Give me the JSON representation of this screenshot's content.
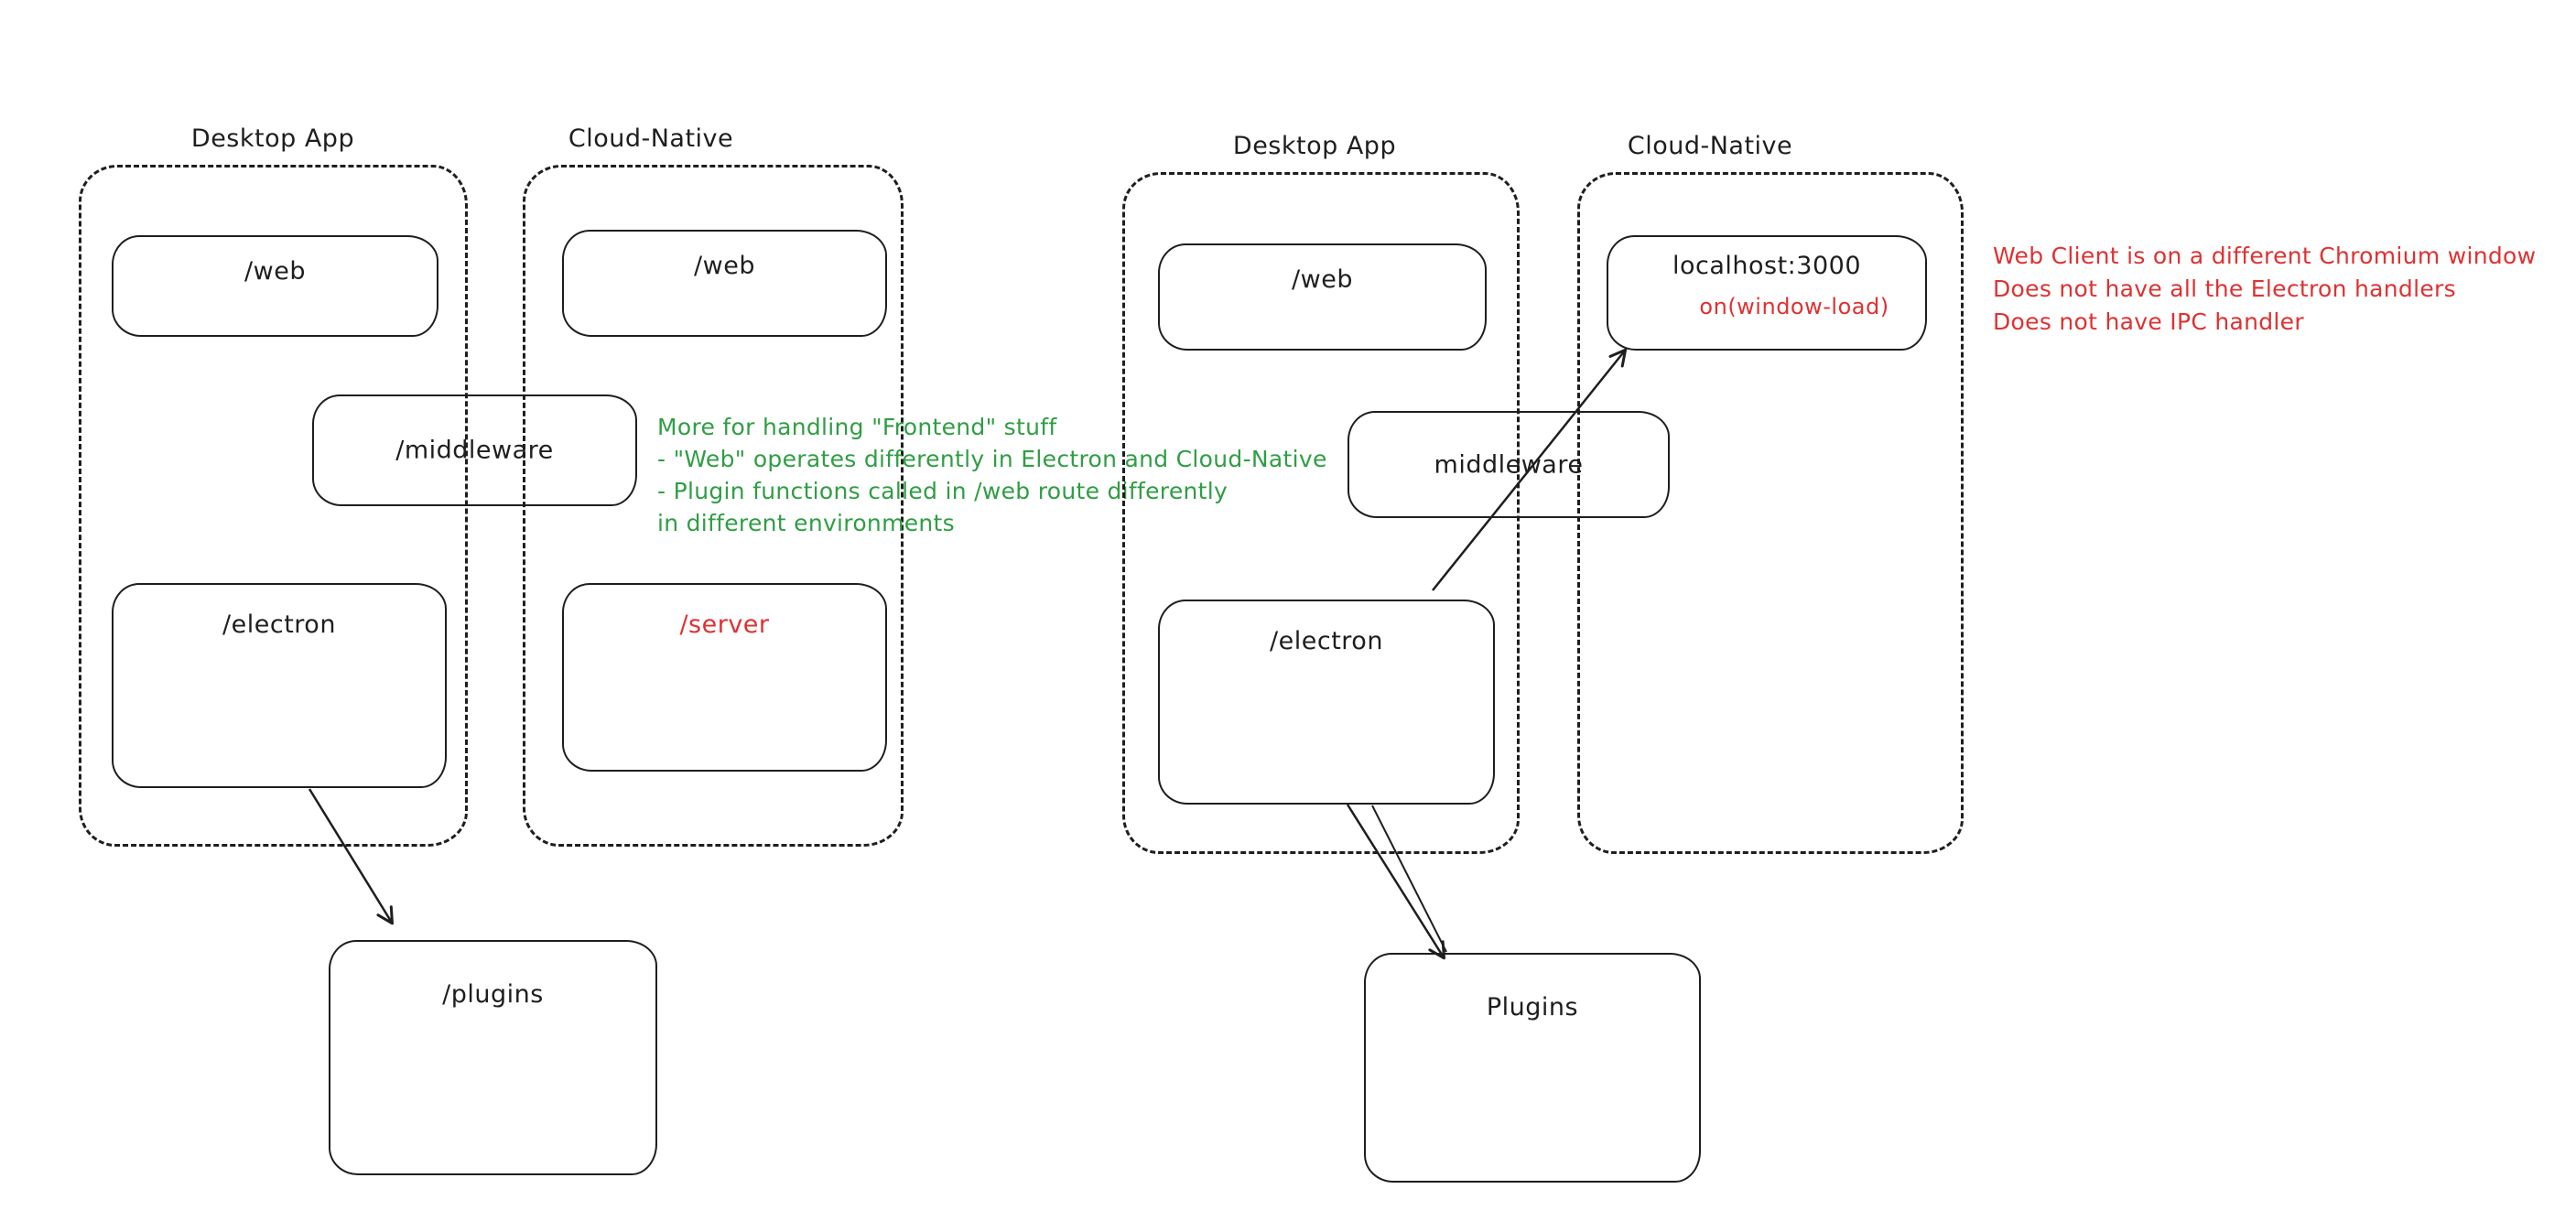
{
  "colors": {
    "stroke": "#1e1e1e",
    "green": "#2f9e44",
    "red": "#e03131",
    "background": "#ffffff"
  },
  "left": {
    "desktop": {
      "title": "Desktop App",
      "web": "/web",
      "electron": "/electron"
    },
    "cloud": {
      "title": "Cloud-Native",
      "web": "/web",
      "server": "/server"
    },
    "middleware": "/middleware",
    "plugins": "/plugins",
    "green_note_lines": [
      "More for handling \"Frontend\" stuff",
      "- \"Web\" operates differently in Electron and Cloud-Native",
      "- Plugin functions called in /web route differently",
      "in different environments"
    ]
  },
  "right": {
    "desktop": {
      "title": "Desktop App",
      "web": "/web",
      "electron": "/electron"
    },
    "cloud": {
      "title": "Cloud-Native",
      "localhost": "localhost:3000",
      "window_load": "on(window-load)"
    },
    "middleware": "middleware",
    "plugins": "Plugins",
    "red_note_lines": [
      "Web Client is on a different Chromium window",
      "Does not have all the Electron handlers",
      "Does not have IPC handler"
    ]
  }
}
